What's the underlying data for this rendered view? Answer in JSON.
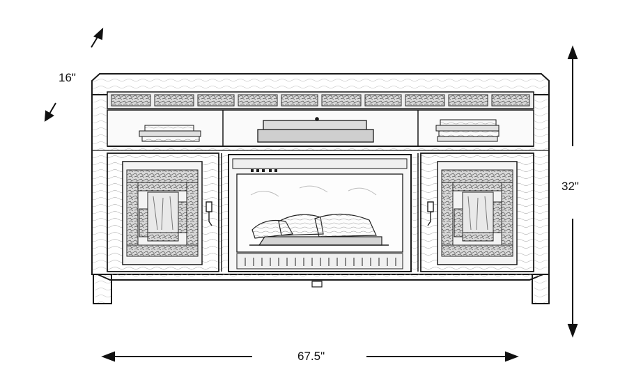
{
  "dimensions": {
    "depth": "16\"",
    "height": "32\"",
    "width": "67.5\""
  },
  "colors": {
    "outline": "#1a1a1a",
    "sketch": "#555555",
    "paper": "#ffffff"
  },
  "icons": [
    "depth-arrow-icon",
    "height-arrow-icon",
    "width-arrow-icon",
    "door-handle-icon",
    "fireplace-log-icon"
  ]
}
